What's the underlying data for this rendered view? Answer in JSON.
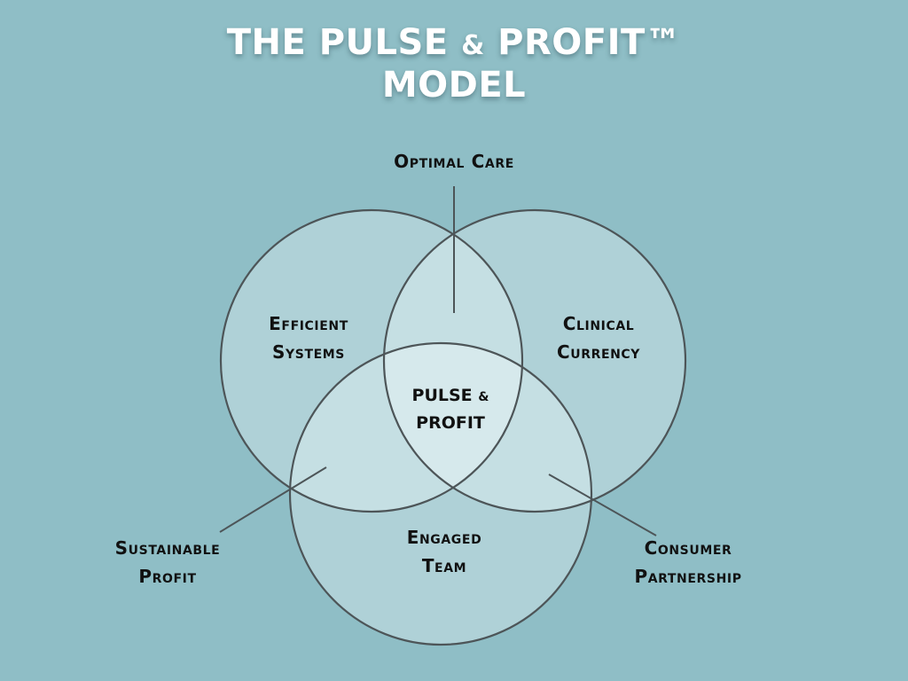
{
  "title": {
    "line1_part1": "THE PULSE",
    "line1_amp": "&",
    "line1_part2": "PROFIT™",
    "line2": "MODEL"
  },
  "colors": {
    "background": "#8fbec6",
    "circle_fill": "#afd1d7",
    "pair_overlap_fill": "#c5dfe3",
    "center_overlap_fill": "#d6e9ec",
    "stroke": "#4d5558",
    "title_text": "#ffffff",
    "label_text": "#111111"
  },
  "diagram": {
    "circles": [
      {
        "id": "efficient-systems",
        "label_line1": "Efficient",
        "label_line2": "Systems"
      },
      {
        "id": "clinical-currency",
        "label_line1": "Clinical",
        "label_line2": "Currency"
      },
      {
        "id": "engaged-team",
        "label_line1": "Engaged",
        "label_line2": "Team"
      }
    ],
    "center": {
      "line1": "PULSE",
      "amp": "&",
      "line2": "PROFIT"
    },
    "overlaps": [
      {
        "id": "optimal-care",
        "between": [
          "efficient-systems",
          "clinical-currency"
        ],
        "label": "Optimal Care"
      },
      {
        "id": "sustainable-profit",
        "between": [
          "efficient-systems",
          "engaged-team"
        ],
        "label_line1": "Sustainable",
        "label_line2": "Profit"
      },
      {
        "id": "consumer-partnership",
        "between": [
          "clinical-currency",
          "engaged-team"
        ],
        "label_line1": "Consumer",
        "label_line2": "Partnership"
      }
    ]
  }
}
